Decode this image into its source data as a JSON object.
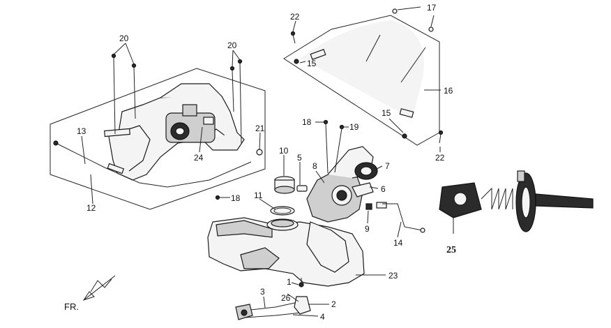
{
  "diagram": {
    "orientation_label": "FR.",
    "callouts": [
      {
        "id": "c20a",
        "text": "20"
      },
      {
        "id": "c20b",
        "text": "20"
      },
      {
        "id": "c22a",
        "text": "22"
      },
      {
        "id": "c17",
        "text": "17"
      },
      {
        "id": "c15a",
        "text": "15"
      },
      {
        "id": "c16",
        "text": "16"
      },
      {
        "id": "c15b",
        "text": "15"
      },
      {
        "id": "c22b",
        "text": "22"
      },
      {
        "id": "c13",
        "text": "13"
      },
      {
        "id": "c21",
        "text": "21"
      },
      {
        "id": "c24",
        "text": "24"
      },
      {
        "id": "c12",
        "text": "12"
      },
      {
        "id": "c18a",
        "text": "18"
      },
      {
        "id": "c19",
        "text": "19"
      },
      {
        "id": "c10",
        "text": "10"
      },
      {
        "id": "c5",
        "text": "5"
      },
      {
        "id": "c8",
        "text": "8"
      },
      {
        "id": "c7",
        "text": "7"
      },
      {
        "id": "c6",
        "text": "6"
      },
      {
        "id": "c11",
        "text": "11"
      },
      {
        "id": "c18b",
        "text": "18"
      },
      {
        "id": "c9",
        "text": "9"
      },
      {
        "id": "c14",
        "text": "14"
      },
      {
        "id": "c23",
        "text": "23"
      },
      {
        "id": "c1",
        "text": "1"
      },
      {
        "id": "c3",
        "text": "3"
      },
      {
        "id": "c26",
        "text": "26"
      },
      {
        "id": "c2",
        "text": "2"
      },
      {
        "id": "c4",
        "text": "4"
      },
      {
        "id": "c25",
        "text": "25"
      }
    ]
  }
}
